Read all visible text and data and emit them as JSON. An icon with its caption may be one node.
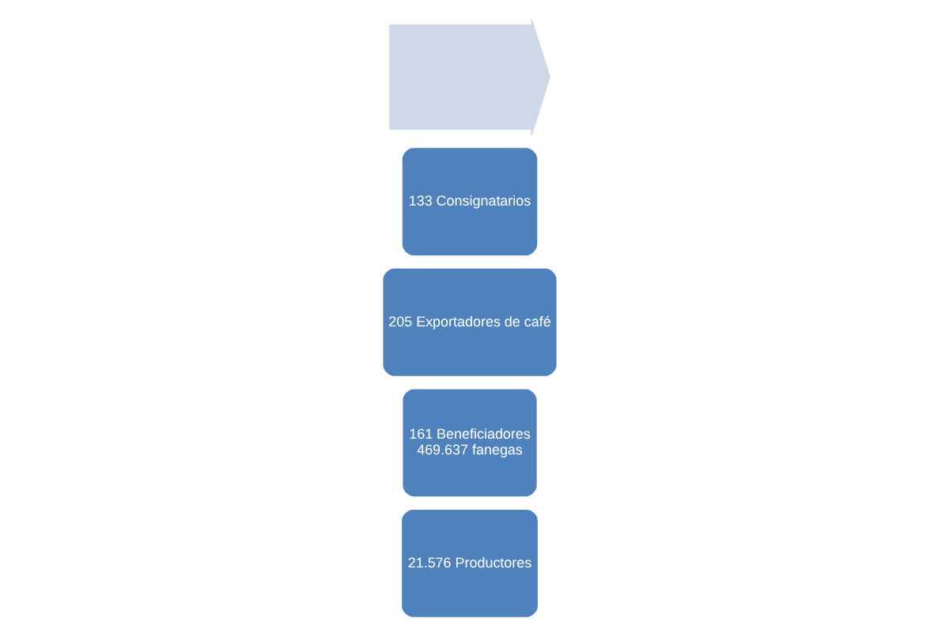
{
  "diagram": {
    "nodes": [
      {
        "text": [
          "21.576 Productores"
        ]
      },
      {
        "text": [
          "161 Beneficiadores",
          "469.637 fanegas"
        ]
      },
      {
        "text": [
          "205 Exportadores de café"
        ]
      },
      {
        "text": [
          "133 Consignatarios"
        ]
      },
      {
        "text": [],
        "shape": "arrow"
      }
    ],
    "edges": []
  }
}
